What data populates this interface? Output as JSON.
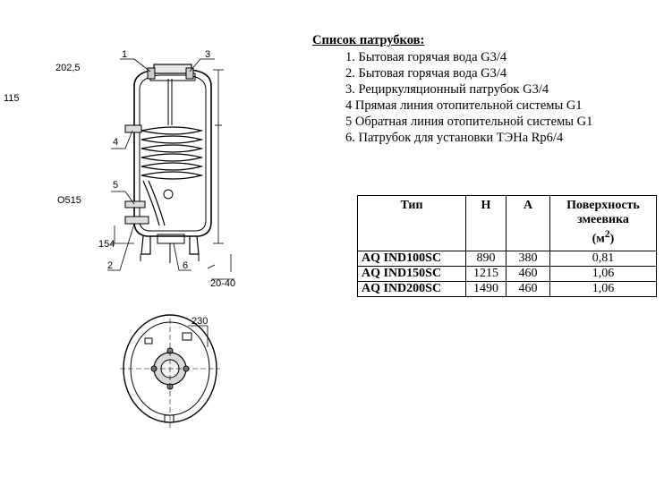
{
  "drawing": {
    "dim_labels": {
      "d202_5": "202,5",
      "d115": "115",
      "dO515": "O515",
      "d154": "154",
      "d20_40": "20-40",
      "d230": "230"
    },
    "callouts": {
      "c1": "1",
      "c2": "2",
      "c3": "3",
      "c4": "4",
      "c5": "5",
      "c6": "6"
    }
  },
  "legend": {
    "title": "Список патрубков:",
    "items": [
      "1. Бытовая горячая вода G3/4",
      "2. Бытовая горячая вода G3/4",
      "3. Рециркуляционный патрубок G3/4",
      "4 Прямая линия отопительной системы G1",
      "5 Обратная линия отопительной системы G1",
      "6. Патрубок для установки ТЭНа Rp6/4"
    ]
  },
  "table": {
    "headers": {
      "type": "Тип",
      "h": "H",
      "a": "A",
      "surface_line1": "Поверхность",
      "surface_line2": "змеевика",
      "surface_unit": "(м",
      "surface_sup": "2",
      "surface_close": ")"
    },
    "rows": [
      {
        "type": "AQ IND100SC",
        "h": "890",
        "a": "380",
        "surface": "0,81"
      },
      {
        "type": "AQ IND150SC",
        "h": "1215",
        "a": "460",
        "surface": "1,06"
      },
      {
        "type": "AQ IND200SC",
        "h": "1490",
        "a": "460",
        "surface": "1,06"
      }
    ]
  }
}
